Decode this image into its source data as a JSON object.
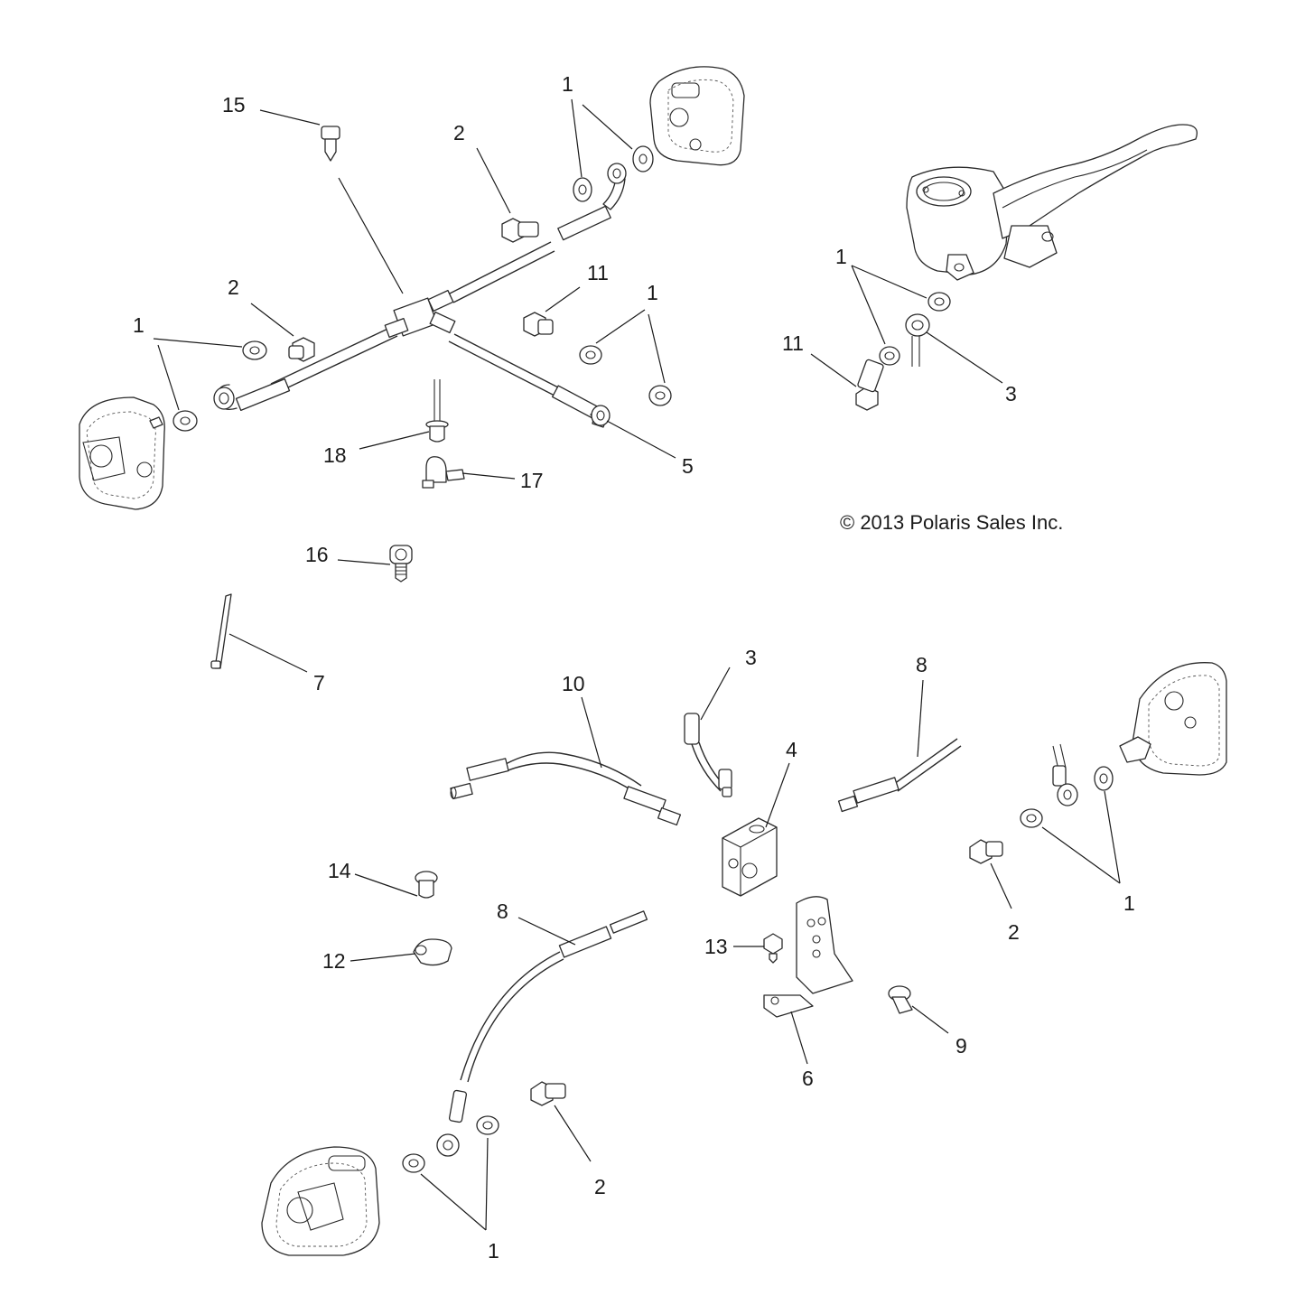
{
  "copyright": "© 2013 Polaris Sales Inc.",
  "callouts": {
    "c15": "15",
    "c2_top": "2",
    "c1_top": "1",
    "c2_left": "2",
    "c11_mid": "11",
    "c1_mid": "1",
    "c1_left": "1",
    "c1_master": "1",
    "c11_master": "11",
    "c3_master": "3",
    "c18": "18",
    "c17": "17",
    "c5": "5",
    "c16": "16",
    "c7": "7",
    "c10": "10",
    "c3_lower": "3",
    "c8_right": "8",
    "c4": "4",
    "c1_right": "1",
    "c2_right": "2",
    "c14": "14",
    "c8_lower": "8",
    "c12": "12",
    "c13": "13",
    "c9": "9",
    "c6": "6",
    "c2_bottom": "2",
    "c1_bottom": "1"
  }
}
